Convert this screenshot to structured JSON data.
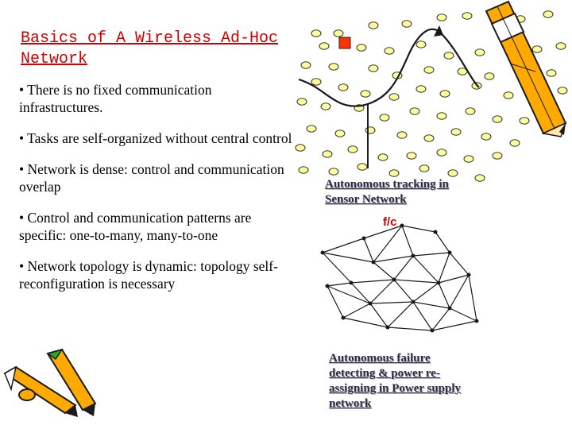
{
  "slide": {
    "title_line1": "Basics of A Wireless Ad-Hoc",
    "title_line2": "Network",
    "bullets": [
      "• There is no fixed communication infrastructures.",
      "• Tasks are self-organized without central control",
      "• Network is dense: control and communication overlap",
      "• Control and communication patterns are specific: one-to-many, many-to-one",
      "• Network topology is dynamic: topology self-reconfiguration is necessary"
    ],
    "tracking_caption_line1": "Autonomous tracking in",
    "tracking_caption_line2": "Sensor Network",
    "fc_label": "f/c",
    "power_caption_lines": [
      "Autonomous failure",
      "detecting & power re-",
      "assigning in Power supply",
      "network"
    ]
  },
  "colors": {
    "title": "#cc0000",
    "node_fill": "#ffff99",
    "target_marker": "#ff3300",
    "pencil_body": "#ffaa00",
    "pencil_dark": "#1a1a1a"
  },
  "icons": [
    "pencil-icon",
    "pencils-icon",
    "target-marker"
  ]
}
